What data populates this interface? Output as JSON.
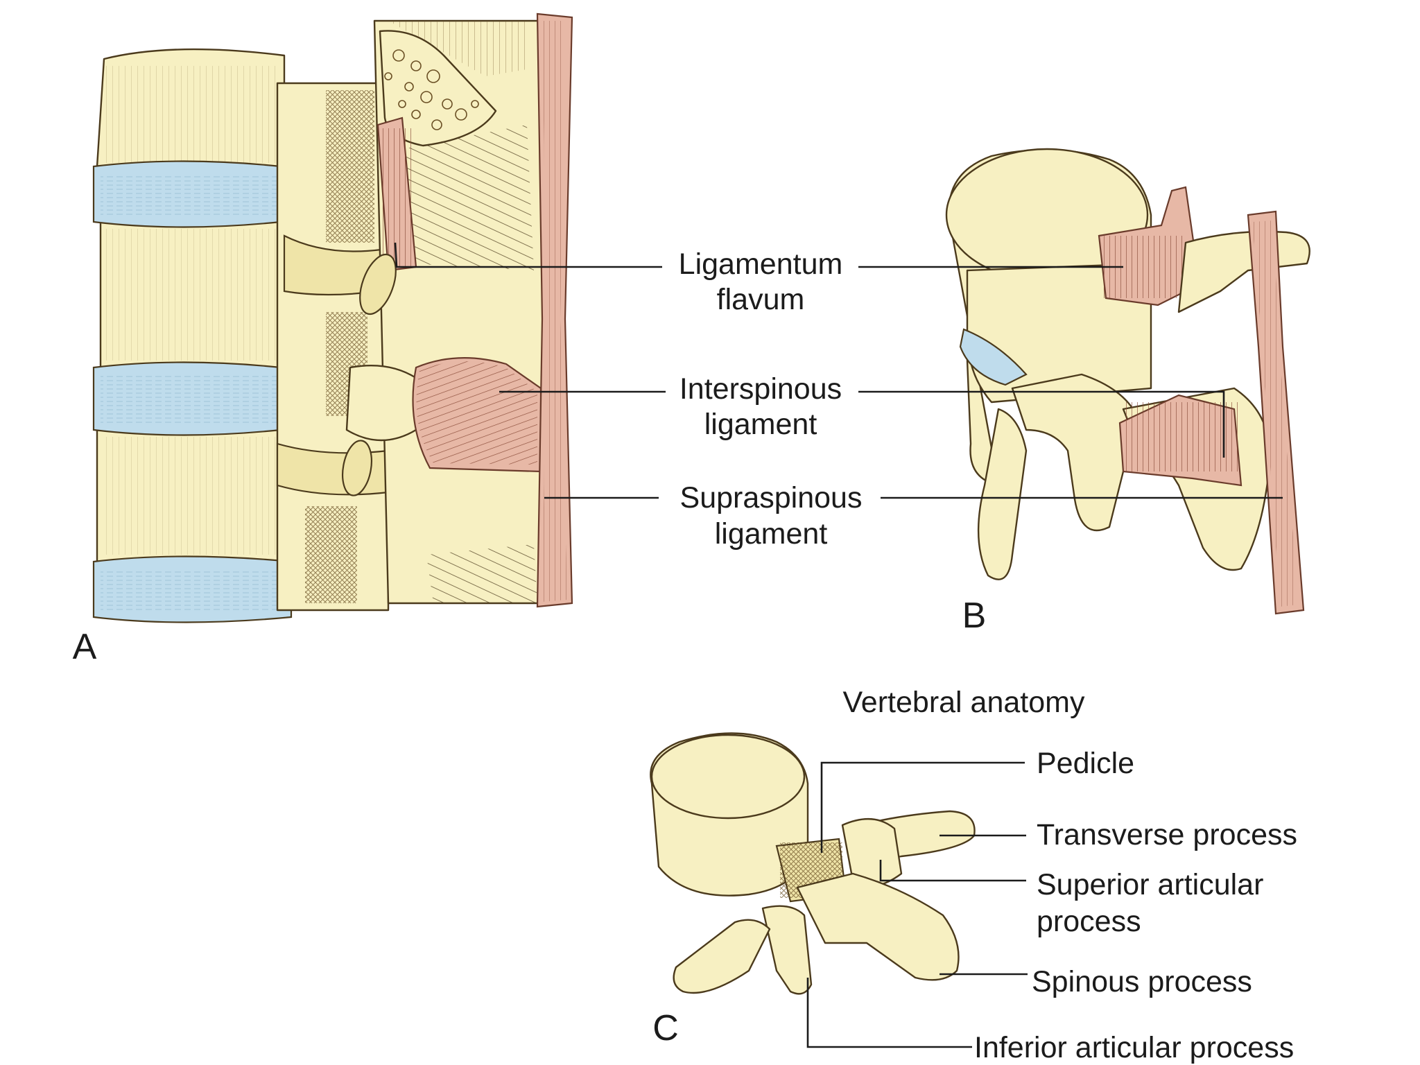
{
  "panels": {
    "a": "A",
    "b": "B",
    "c": "C"
  },
  "labels": {
    "ligamentum_flavum_1": "Ligamentum",
    "ligamentum_flavum_2": "flavum",
    "interspinous_1": "Interspinous",
    "interspinous_2": "ligament",
    "supraspinous_1": "Supraspinous",
    "supraspinous_2": "ligament",
    "vertebral_anatomy": "Vertebral anatomy",
    "pedicle": "Pedicle",
    "transverse_process": "Transverse process",
    "superior_articular_1": "Superior articular",
    "superior_articular_2": "process",
    "spinous_process": "Spinous process",
    "inferior_articular_process": "Inferior articular process"
  },
  "colors": {
    "bone": "#f7f0c2",
    "disc": "#bfdcec",
    "ligament": "#e7b8a6",
    "outline": "#4b3a1c"
  }
}
